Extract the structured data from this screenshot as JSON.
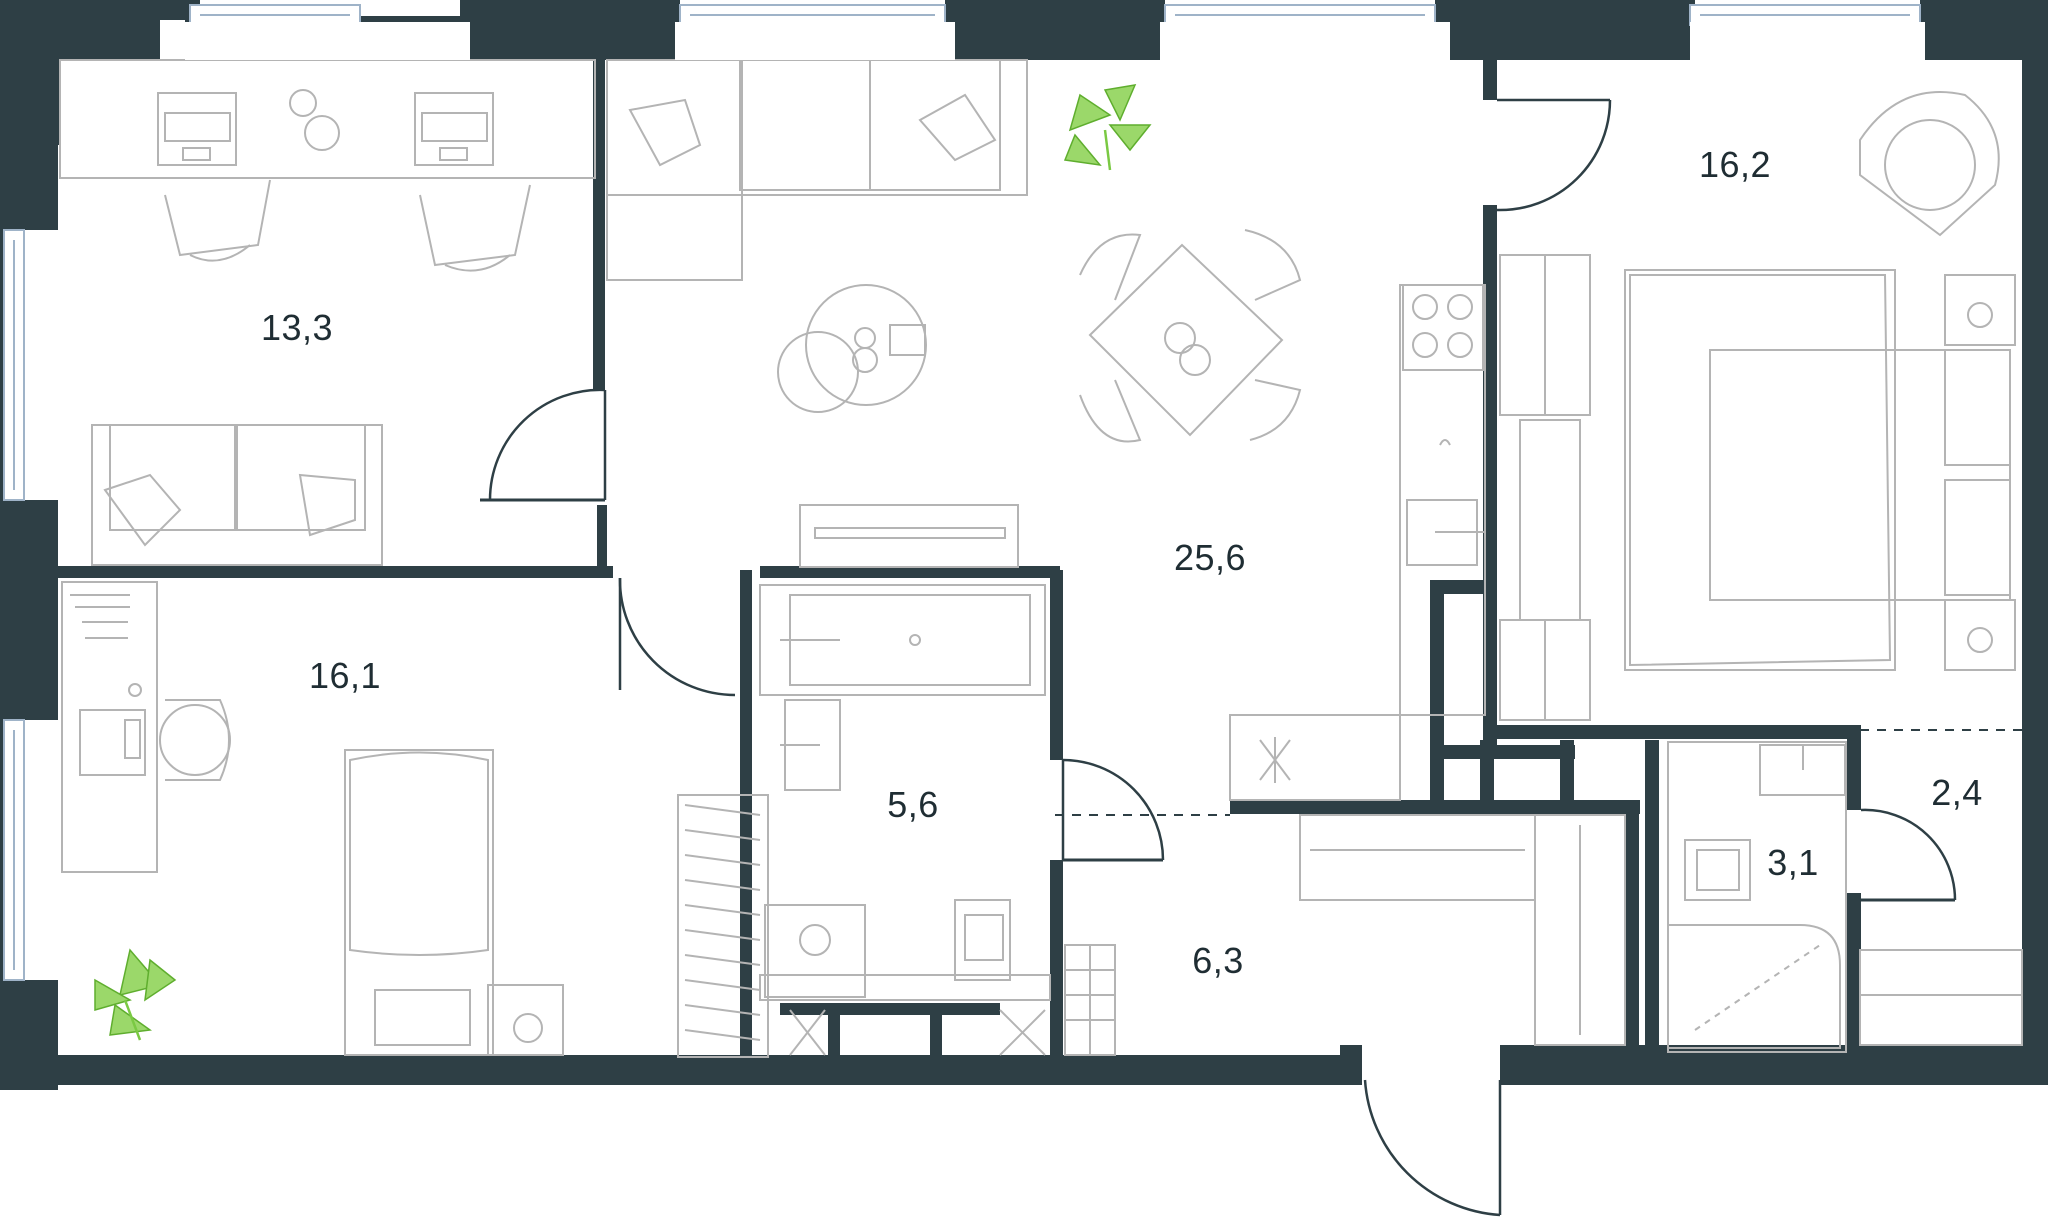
{
  "plan": {
    "colors": {
      "wall": "#2e3f45",
      "furniture": "#b4b4b4",
      "plant": "#7ac943",
      "window": "#9fb3c8",
      "background": "#ffffff"
    },
    "rooms": [
      {
        "id": "office",
        "area": "13,3"
      },
      {
        "id": "bedroom-left",
        "area": "16,1"
      },
      {
        "id": "living-kitchen",
        "area": "25,6"
      },
      {
        "id": "bathroom",
        "area": "5,6"
      },
      {
        "id": "hallway",
        "area": "6,3"
      },
      {
        "id": "master-bedroom",
        "area": "16,2"
      },
      {
        "id": "wc",
        "area": "3,1"
      },
      {
        "id": "wardrobe",
        "area": "2,4"
      }
    ],
    "icons": [
      "sofa-icon",
      "desk-icon",
      "office-chair-icon",
      "dining-table-icon",
      "coffee-table-icon",
      "bed-icon",
      "bathtub-icon",
      "toilet-icon",
      "sink-icon",
      "washing-machine-icon",
      "shower-icon",
      "stove-icon",
      "wardrobe-icon",
      "plant-icon",
      "armchair-icon",
      "door-icon",
      "window-icon"
    ]
  }
}
